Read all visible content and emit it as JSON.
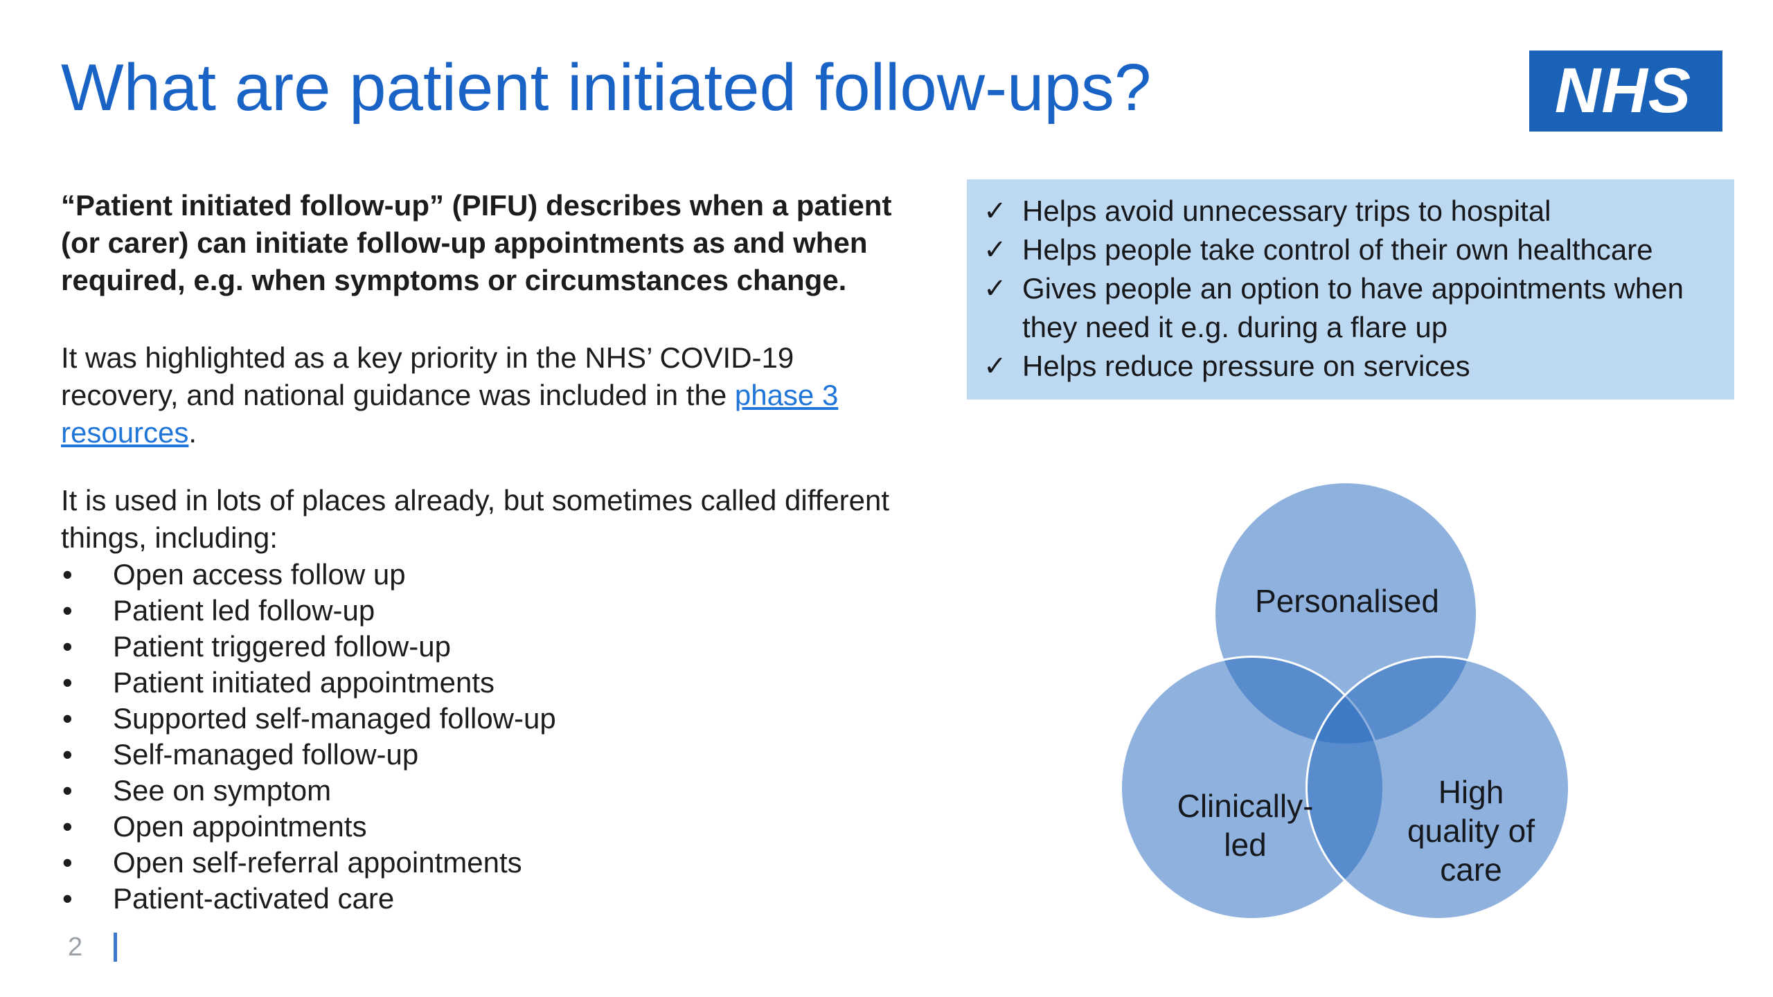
{
  "page": {
    "title": "What are patient initiated follow-ups?",
    "logo_text": "NHS",
    "page_number": "2"
  },
  "colors": {
    "title_blue": "#1a63c6",
    "logo_bg": "#1a61b8",
    "benefits_box_bg": "#bdd9f1",
    "link_blue": "#1f75d8",
    "venn_fill_base": "#2869be",
    "page_number_gray": "#9aa0a6",
    "footer_bar_blue": "#3b78ce"
  },
  "left_column": {
    "intro_bold": "“Patient initiated follow-up” (PIFU) describes when a patient (or carer) can initiate follow-up appointments as and when required, e.g. when symptoms or circumstances change.",
    "covid_before": "It was highlighted as a key priority in the NHS’ COVID-19 recovery, and national guidance was included in the ",
    "covid_link": "phase 3 resources",
    "covid_after": ".",
    "list_intro": "It is used in lots of places already, but sometimes called different things, including:",
    "bullets": [
      "Open access follow up",
      "Patient led follow-up",
      "Patient triggered follow-up",
      "Patient initiated appointments",
      "Supported self-managed follow-up",
      "Self-managed follow-up",
      "See on symptom",
      "Open appointments",
      "Open self-referral appointments",
      "Patient-activated care"
    ]
  },
  "benefits_box": {
    "check_glyph": "✓",
    "items": [
      "Helps avoid unnecessary trips to hospital",
      "Helps people take control of their own healthcare",
      "Gives people an option to have appointments when they need it e.g. during a flare up",
      "Helps reduce pressure on services"
    ]
  },
  "venn": {
    "top_label": "Personalised",
    "left_label": "Clinically-led",
    "right_label": "High quality of care"
  }
}
